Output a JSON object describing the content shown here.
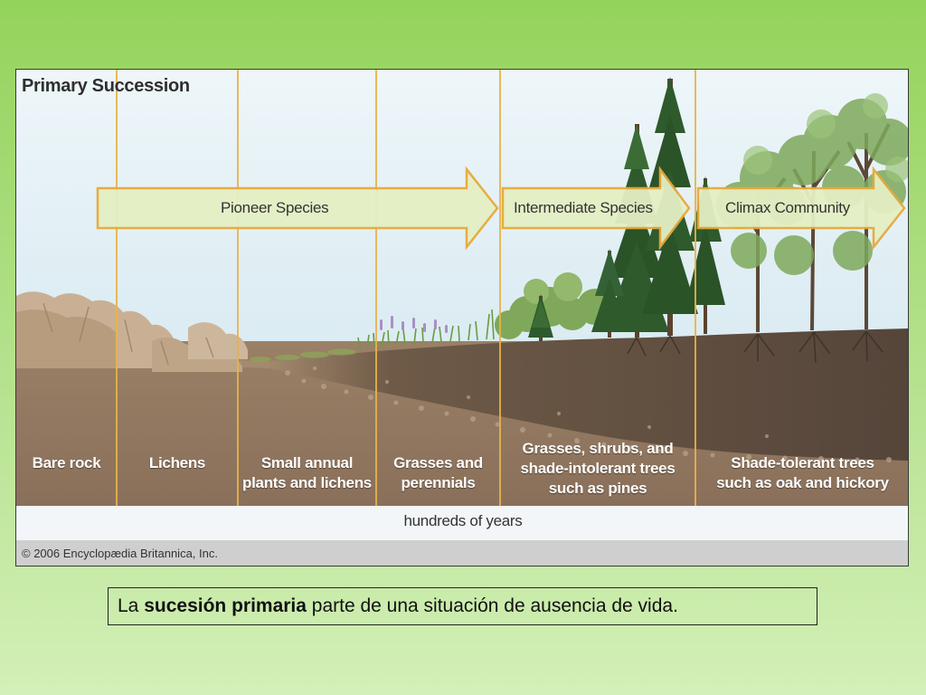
{
  "figure": {
    "title": "Primary Succession",
    "arrows": [
      {
        "label": "Pioneer Species"
      },
      {
        "label": "Intermediate Species"
      },
      {
        "label": "Climax Community"
      }
    ],
    "stages": [
      {
        "line1": "Bare rock",
        "line2": "",
        "line3": ""
      },
      {
        "line1": "Lichens",
        "line2": "",
        "line3": ""
      },
      {
        "line1": "Small annual",
        "line2": "plants and lichens",
        "line3": ""
      },
      {
        "line1": "Grasses and",
        "line2": "perennials",
        "line3": ""
      },
      {
        "line1": "Grasses, shrubs, and",
        "line2": "shade-intolerant trees",
        "line3": "such as pines"
      },
      {
        "line1": "Shade-tolerant trees",
        "line2": "such as oak and hickory",
        "line3": ""
      }
    ],
    "timeline_label": "hundreds of years",
    "credit": "© 2006 Encyclopædia Britannica, Inc."
  },
  "caption": {
    "before": "La ",
    "bold": "sucesión primaria",
    "after": " parte de una situación de ausencia de vida."
  },
  "colors": {
    "slide_background": "#93d35a",
    "sky": "#d7eaf1",
    "rock": "#b69a7c",
    "soil_dark": "#5d4b3b",
    "arrow_fill": "#e4efc4",
    "arrow_stroke": "#e9a93a",
    "divider": "#e9b24a",
    "conifer": "#2f5a2c",
    "deciduous": "#5f8f48"
  }
}
